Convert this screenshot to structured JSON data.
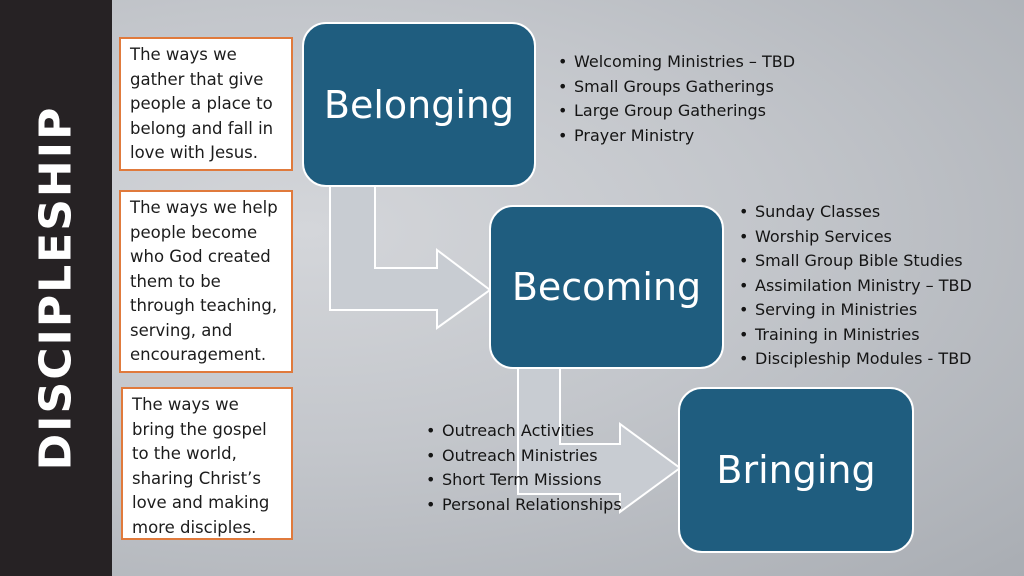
{
  "sidebar": {
    "title": "DISCIPLESHIP"
  },
  "notes": [
    "The ways we gather that give people a place to belong and fall in love with Jesus.",
    "The ways we help people become who God created them to be through teaching, serving, and encouragement.",
    "The ways we bring the gospel to the world, sharing Christ’s love and making more disciples."
  ],
  "stages": [
    {
      "label": "Belonging",
      "items": [
        "Welcoming Ministries – TBD",
        "Small Groups Gatherings",
        "Large Group Gatherings",
        "Prayer Ministry"
      ]
    },
    {
      "label": "Becoming",
      "items": [
        "Sunday Classes",
        "Worship Services",
        "Small Group Bible Studies",
        "Assimilation Ministry – TBD",
        "Serving in Ministries",
        "Training in Ministries",
        "Discipleship Modules - TBD"
      ]
    },
    {
      "label": "Bringing",
      "items": [
        "Outreach Activities",
        "Outreach Ministries",
        "Short Term Missions",
        "Personal Relationships"
      ]
    }
  ],
  "colors": {
    "sidebar": "#262224",
    "stage_box": "#1f5d7f",
    "note_border": "#e07a3c",
    "arrow_fill": "#c8ccd2"
  }
}
